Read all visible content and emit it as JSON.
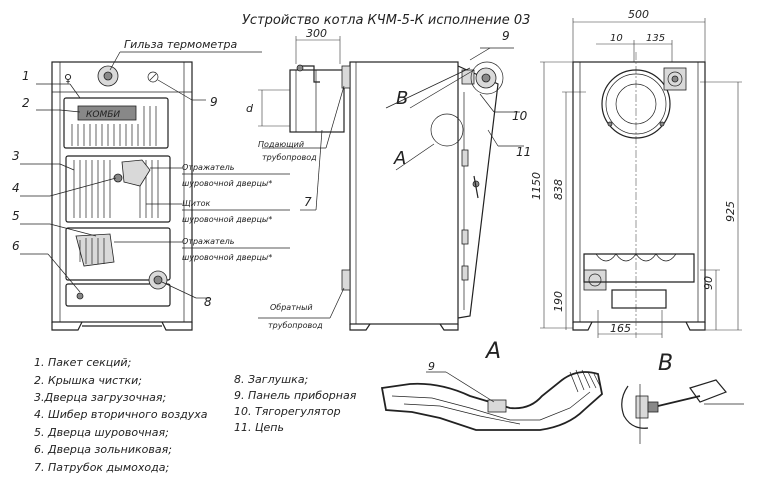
{
  "title": "Устройство котла КЧМ-5-К исполнение 03",
  "callouts": {
    "thermometer_sleeve": "Гильза термометра",
    "supply_pipe_1": "Подающий",
    "supply_pipe_2": "трубопровод",
    "return_pipe_1": "Обратный",
    "return_pipe_2": "трубопровод",
    "poker_reflector_top_1": "Отражатель",
    "poker_reflector_top_2": "шуровочной дверцы*",
    "poker_shield_1": "Щиток",
    "poker_shield_2": "шуровочной дверцы*",
    "poker_reflector_bottom_1": "Отражатель",
    "poker_reflector_bottom_2": "шуровочной дверцы*",
    "front_nums": [
      "1",
      "2",
      "3",
      "4",
      "5",
      "6",
      "8",
      "9"
    ],
    "side_nums": [
      "7",
      "9",
      "10",
      "11"
    ],
    "side_letters": [
      "B",
      "A"
    ],
    "section_a_num": "9",
    "trademark": "КОМБИ"
  },
  "dimensions": {
    "depth": "300",
    "pipe_diameter": "d",
    "width": "500",
    "offset_10": "10",
    "offset_135": "135",
    "height_total": "1150",
    "height_838": "838",
    "height_925": "925",
    "height_190": "190",
    "height_90": "90",
    "bottom_165": "165"
  },
  "section_labels": {
    "a": "A",
    "b": "B"
  },
  "legend_left": [
    "1. Пакет секций;",
    "2. Крышка чистки;",
    "3.Дверца загрузочная;",
    "4. Шибер вторичного воздуха",
    "5. Дверца шуровочная;",
    "6. Дверца зольниковая;",
    "7. Патрубок дымохода;"
  ],
  "legend_right": [
    "8. Заглушка;",
    "9. Панель приборная",
    "10. Тягорегулятор",
    "11. Цепь"
  ]
}
